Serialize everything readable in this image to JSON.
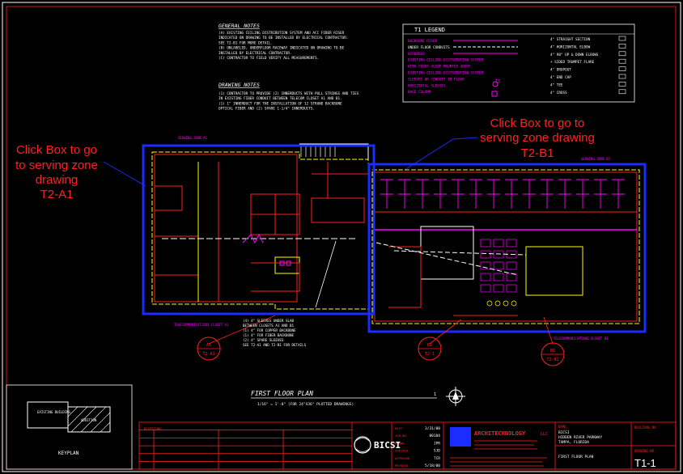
{
  "colors": {
    "background": "#000000",
    "frame": "#ffffff",
    "titleblock": "#ff2020",
    "yellow": "#ffff00",
    "magenta": "#ff00ff",
    "blue": "#1a2cff",
    "callout": "#ff2020",
    "cyan": "#00ffff"
  },
  "general_notes": {
    "title": "GENERAL NOTES",
    "lines": [
      "(A) EXISTING CEILING DISTRIBUTION SYSTEM AND ACC FIBER RISER",
      "    INDICATED ON DRAWING TO BE INSTALLED BY ELECTRICAL CONTRACTOR.",
      "    SEE T2-B1 FOR MORE DETAIL.",
      "(B) UNLABELED, UNDERFLOOR RACEWAY INDICATED ON DRAWING TO BE",
      "    INSTALLED BY ELECTRICAL CONTRACTOR.",
      "(C) CONTRACTOR TO FIELD VERIFY ALL MEASUREMENTS."
    ]
  },
  "drawing_notes": {
    "title": "DRAWING NOTES",
    "lines": [
      "(1) CONTRACTOR TO PROVIDE (2) INNERDUCTS WITH PULL STRINGS AND TIES",
      "    IN EXISTING FIBER CONDUIT BETWEEN TELECOM CLOSET A1 AND B1.",
      "    (1) 1\" INNERDUCT FOR THE INSTALLATION OF 12 STRAND BACKBONE",
      "    OPTICAL FIBER AND (2) SPARE 1-1/4\" INNERDUCTS."
    ]
  },
  "legend": {
    "title": "T1 LEGEND",
    "left_items": [
      {
        "text": "BACKBONE RISER",
        "color": "#ff00ff"
      },
      {
        "text": "UNDER FLOOR CONDUITS",
        "color": "#ffffff"
      },
      {
        "text": "WIREMOLD",
        "color": "#ff00ff"
      },
      {
        "text": "EXISTING CEILING DISTRIBUTION SYSTEM",
        "color": "#ff00ff"
      },
      {
        "text": "WITH FIBER GUIDE MOUNTED ABOVE.",
        "color": "#ff00ff"
      },
      {
        "text": "EXISTING CEILING DISTRIBUTION SYSTEM",
        "color": "#ff00ff"
      },
      {
        "text": "SLEEVES OR CONDUIT IN FLOOR",
        "color": "#ff00ff"
      },
      {
        "text": "HORIZONTAL SLEEVES",
        "color": "#ff00ff"
      },
      {
        "text": "BASE COLUMN",
        "color": "#ff00ff"
      }
    ],
    "right_items": [
      "4\" STRAIGHT SECTION",
      "4\" HORIZONTAL ELBOW",
      "4\" 90° UP & DOWN ELBOWS",
      "+ SIDED TRUMPET FLARE",
      "4\" DROPOUT",
      "4\" END CAP",
      "4\" TEE",
      "4\" CROSS"
    ],
    "marker_label": "T3"
  },
  "click_a1": {
    "lines": [
      "Click Box to go",
      "to serving zone",
      "drawing",
      "T2-A1"
    ]
  },
  "click_b1": {
    "lines": [
      "Click Box to go to",
      "serving zone drawing",
      "T2-B1"
    ]
  },
  "zone_labels": {
    "a1_top": "SERVING ZONE A1",
    "b1_top": "SERVING ZONE B1",
    "a1_bottom": "TELECOMMUNICATIONS CLOSET A1",
    "b1_bottom": "TELECOMMUNICATIONS CLOSET B1"
  },
  "callouts": [
    {
      "num": "A1",
      "sheet": "T2-A1"
    },
    {
      "num": "B1",
      "sheet": "T2-1"
    },
    {
      "num": "B1",
      "sheet": "T2-B1"
    }
  ],
  "riser_note": [
    "(4) 4\" SLEEVES UNDER SLAB",
    "BETWEEN CLOSETS A1 AND B1",
    "(1) 4\" FOR COPPER BACKBONE",
    "(1) 4\" FOR FIBER BACKBONE",
    "(2) 4\" SPARE SLEEVES",
    "SEE T2-A1 AND T2-B1 FOR DETAILS"
  ],
  "plan_title": {
    "title": "FIRST FLOOR PLAN",
    "scale": "1/16\" = 1'-0\" (FOR 24\"X36\" PLOTTED DRAWINGS)",
    "ref": "1"
  },
  "keyplan": {
    "title": "KEYPLAN",
    "existing": "EXISTING BUILDING",
    "addition": "ADDITION"
  },
  "titleblock": {
    "revisions": "REVISIONS",
    "dates": [
      {
        "label": "DATE",
        "value": "3/31/00"
      },
      {
        "label": "JOB NO.",
        "value": "00104"
      },
      {
        "label": "DRAWN",
        "value": "JPR"
      },
      {
        "label": "CHECKED",
        "value": "SJD"
      },
      {
        "label": "APPROVED",
        "value": "TCR"
      },
      {
        "label": "PRINTED",
        "value": "5/18/00"
      }
    ],
    "logo": "BICSI",
    "firm": "ARCHITECHNOLOGY",
    "firm_suffix": "LLC",
    "client_label": "NAME",
    "client": [
      "BICSI",
      "HIDDEN RIVER PARKWAY",
      "TAMPA, FLORIDA"
    ],
    "sheet_title": "FIRST FLOOR PLAN",
    "building_no_label": "BUILDING NO.",
    "drawing_no_label": "DRAWING NO.",
    "drawing_no": "T1-1"
  }
}
